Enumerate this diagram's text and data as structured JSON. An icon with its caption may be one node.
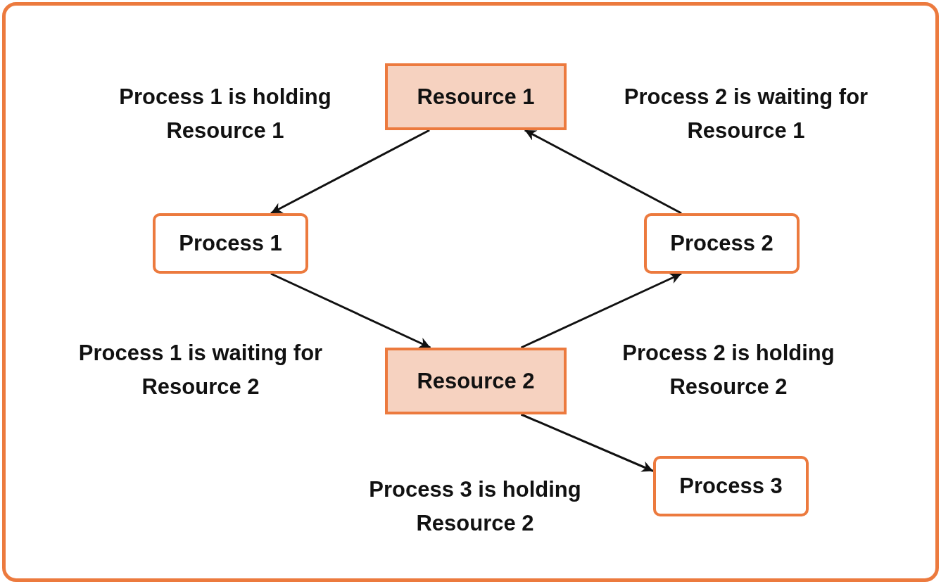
{
  "diagram": {
    "nodes": [
      {
        "text": [
          "Resource 1"
        ]
      },
      {
        "text": [
          "Process 1"
        ]
      },
      {
        "text": [
          "Process 2"
        ]
      },
      {
        "text": [
          "Resource 2"
        ]
      },
      {
        "text": [
          "Process 3"
        ]
      }
    ],
    "edges": [
      {
        "from": 0,
        "to": 1,
        "arrow": "to"
      },
      {
        "from": 1,
        "to": 3,
        "arrow": "to"
      },
      {
        "from": 3,
        "to": 2,
        "arrow": "to"
      },
      {
        "from": 2,
        "to": 0,
        "arrow": "to"
      },
      {
        "from": 3,
        "to": 4,
        "arrow": "to"
      }
    ],
    "labels": [
      "Process 1 is holding Resource 1",
      "Process 2 is waiting for Resource 1",
      "Process 1 is waiting for Resource 2",
      "Process 2 is holding Resource 2",
      "Process 3 is holding Resource 2"
    ]
  }
}
